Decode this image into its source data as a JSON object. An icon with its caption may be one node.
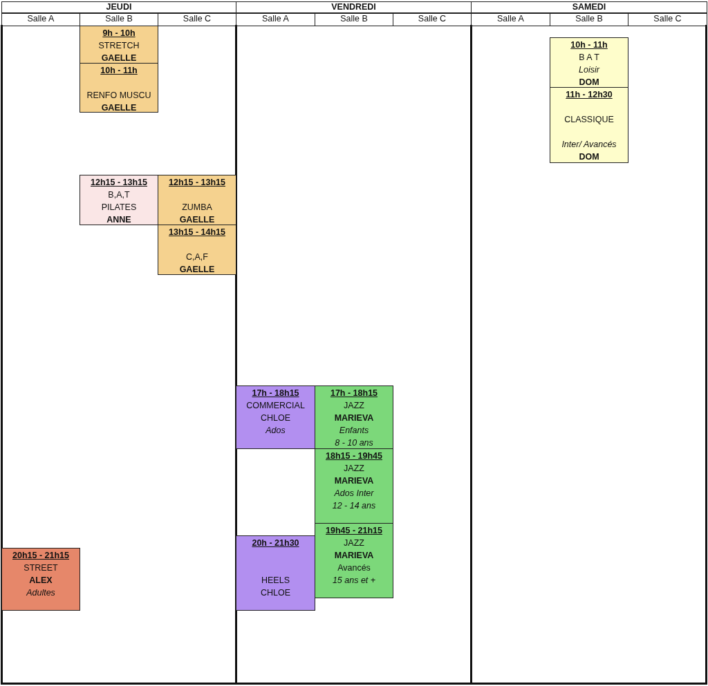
{
  "diagram": {
    "nodes": [
      {
        "text": [
          "JEUDI"
        ]
      },
      {
        "text": [
          "VENDREDI"
        ]
      },
      {
        "text": [
          "SAMEDI"
        ]
      },
      {
        "text": [
          "Salle A"
        ]
      },
      {
        "text": [
          "Salle B"
        ]
      },
      {
        "text": [
          "Salle C"
        ]
      },
      {
        "text": [
          "Salle A"
        ]
      },
      {
        "text": [
          "Salle B"
        ]
      },
      {
        "text": [
          "Salle C"
        ]
      },
      {
        "text": [
          "Salle A"
        ]
      },
      {
        "text": [
          "Salle B"
        ]
      },
      {
        "text": [
          "Salle C"
        ]
      },
      {
        "text": [
          "9h - 10h",
          "STRETCH",
          "GAELLE"
        ]
      },
      {
        "text": [
          "10h - 11h",
          "B A T",
          "Loisir",
          "DOM"
        ]
      },
      {
        "text": [
          "10h - 11h",
          "RENFO MUSCU",
          "GAELLE"
        ]
      },
      {
        "text": [
          "11h - 12h30",
          "CLASSIQUE",
          "Inter/ Avancés",
          "DOM"
        ]
      },
      {
        "text": [
          "12h15 - 13h15",
          "B,A,T",
          "PILATES",
          "ANNE"
        ]
      },
      {
        "text": [
          "12h15 - 13h15",
          "ZUMBA",
          "GAELLE"
        ]
      },
      {
        "text": [
          "13h15 - 14h15",
          "C,A,F",
          "GAELLE"
        ]
      },
      {
        "text": [
          "17h - 18h15",
          "COMMERCIAL",
          "CHLOE",
          "Ados"
        ]
      },
      {
        "text": [
          "17h - 18h15",
          "JAZZ",
          "MARIEVA",
          "Enfants",
          "8 - 10 ans"
        ]
      },
      {
        "text": [
          "18h15 - 19h45",
          "JAZZ",
          "MARIEVA",
          "Ados Inter",
          "12 - 14 ans"
        ]
      },
      {
        "text": [
          "19h45 - 21h15",
          "JAZZ",
          "MARIEVA",
          "Avancés",
          "15 ans et +"
        ]
      },
      {
        "text": [
          "20h - 21h30",
          "HEELS",
          "CHLOE"
        ]
      },
      {
        "text": [
          "20h15 - 21h15",
          "STREET",
          "ALEX",
          "Adultes"
        ]
      }
    ]
  }
}
